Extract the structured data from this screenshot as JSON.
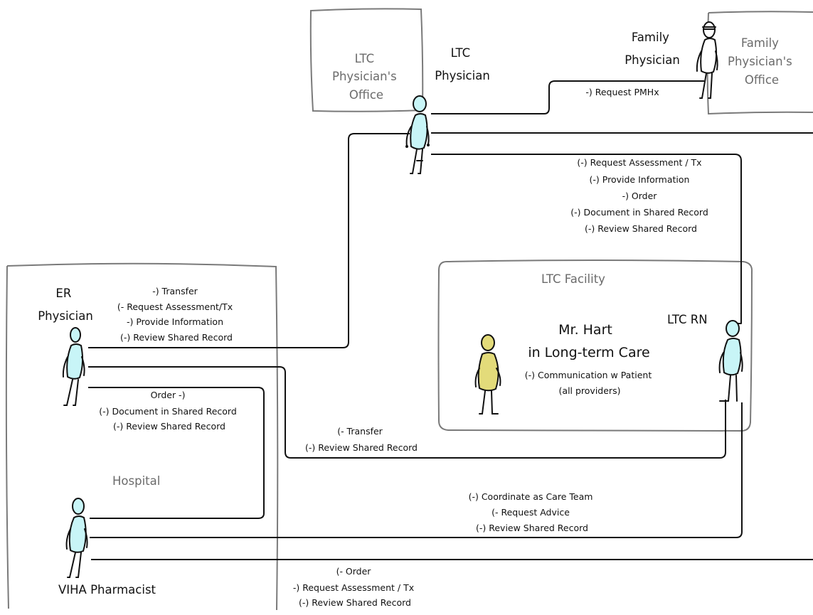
{
  "colors": {
    "provider_fill": "#c8f5f7",
    "patient_fill": "#e3db7a",
    "box_stroke": "#7a7a7a",
    "line": "#111111"
  },
  "boxes": {
    "ltc_office": [
      "LTC",
      "Physician's",
      "Office"
    ],
    "family_office": [
      "Family",
      "Physician's",
      "Office"
    ],
    "hospital": "Hospital",
    "ltc_facility": "LTC Facility"
  },
  "actors": {
    "ltc_physician": [
      "LTC",
      "Physician"
    ],
    "family_physician": [
      "Family",
      "Physician"
    ],
    "er_physician": [
      "ER",
      "Physician"
    ],
    "ltc_rn": "LTC RN",
    "pharmacist": "VIHA Pharmacist",
    "patient": [
      "Mr. Hart",
      "in Long-term Care"
    ],
    "patient_note": [
      "(-) Communication w Patient",
      "(all providers)"
    ]
  },
  "connections": {
    "ltc_family": [
      "-) Request PMHx"
    ],
    "ltc_rn": [
      "(-) Request Assessment / Tx",
      "(-) Provide Information",
      "-) Order",
      "(-) Document in Shared Record",
      "(-) Review Shared Record"
    ],
    "er_ltc": [
      "-) Transfer",
      "(- Request Assessment/Tx",
      "-) Provide Information",
      "(-) Review Shared Record"
    ],
    "er_pharm": [
      "Order -)",
      "(-) Document in Shared Record",
      "(-) Review Shared Record"
    ],
    "er_rn": [
      "(- Transfer",
      "(-) Review Shared Record"
    ],
    "pharm_rn": [
      "(-) Coordinate as Care Team",
      "(- Request Advice",
      "(-) Review Shared Record"
    ],
    "pharm_ext": [
      "(- Order",
      "-) Request Assessment / Tx",
      "(-) Review Shared Record"
    ]
  }
}
